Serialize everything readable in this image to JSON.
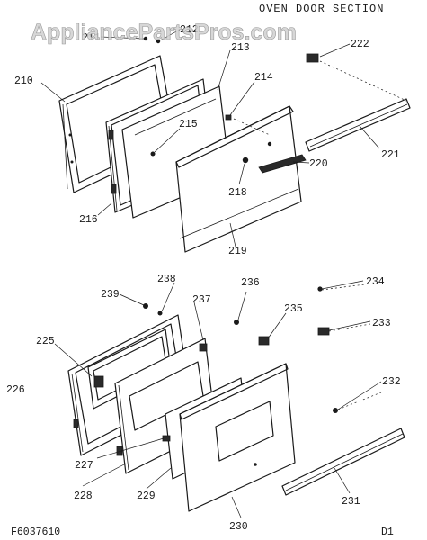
{
  "watermark": "AppliancePartsPros.com",
  "section_title": "OVEN DOOR SECTION",
  "drawing_number": "F6037610",
  "sheet_id": "D1",
  "upper_assembly": {
    "callouts": [
      "210",
      "211",
      "212",
      "213",
      "214",
      "215",
      "216",
      "218",
      "219",
      "220",
      "221",
      "222"
    ]
  },
  "lower_assembly": {
    "callouts": [
      "225",
      "226",
      "227",
      "228",
      "229",
      "230",
      "231",
      "232",
      "233",
      "234",
      "235",
      "236",
      "237",
      "238",
      "239"
    ]
  }
}
